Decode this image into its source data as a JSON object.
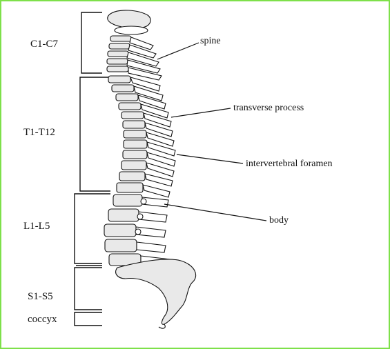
{
  "regions": {
    "cervical": "C1-C7",
    "thoracic": "T1-T12",
    "lumbar": "L1-L5",
    "sacral": "S1-S5",
    "coccyx": "coccyx"
  },
  "callouts": {
    "spine": "spine",
    "transverse_process": "transverse process",
    "intervertebral_foramen": "intervertebral foramen",
    "body": "body"
  },
  "colors": {
    "frame": "#7ee04a",
    "ink": "#111111",
    "bone_shade": "#e9e9e9"
  }
}
